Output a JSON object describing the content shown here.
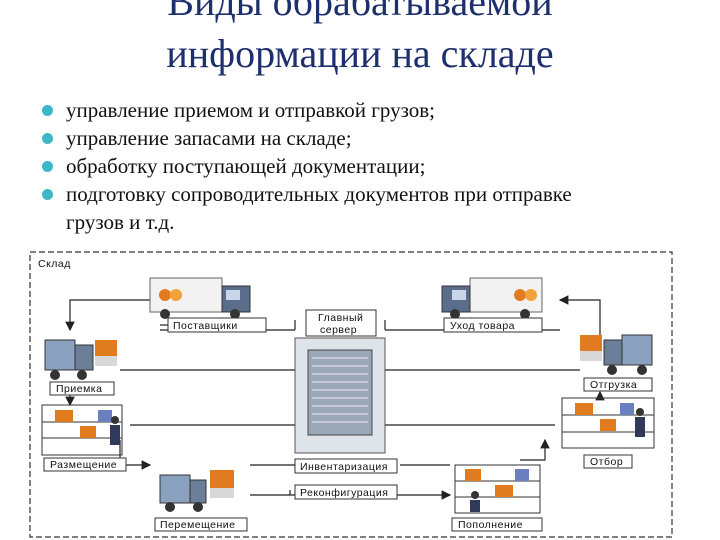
{
  "title_line1": "Виды обрабатываемой",
  "title_line2": "информации на складе",
  "bullets": [
    "управление приемом и отправкой грузов;",
    "управление запасами на складе;",
    "обработку поступающей документации;",
    "подготовку сопроводительных документов при отправке"
  ],
  "bullet_continuation": "грузов и т.д.",
  "diagram": {
    "frame_label": "Склад",
    "server_label_1": "Главный",
    "server_label_2": "сервер",
    "nodes": {
      "suppliers": "Поставщики",
      "departure": "Уход товара",
      "receiving": "Приемка",
      "shipping": "Отгрузка",
      "placement": "Размещение",
      "picking": "Отбор",
      "movement": "Перемещение",
      "replenishment": "Пополнение",
      "inventory": "Инвентаризация",
      "reconfiguration": "Реконфигурация"
    }
  }
}
